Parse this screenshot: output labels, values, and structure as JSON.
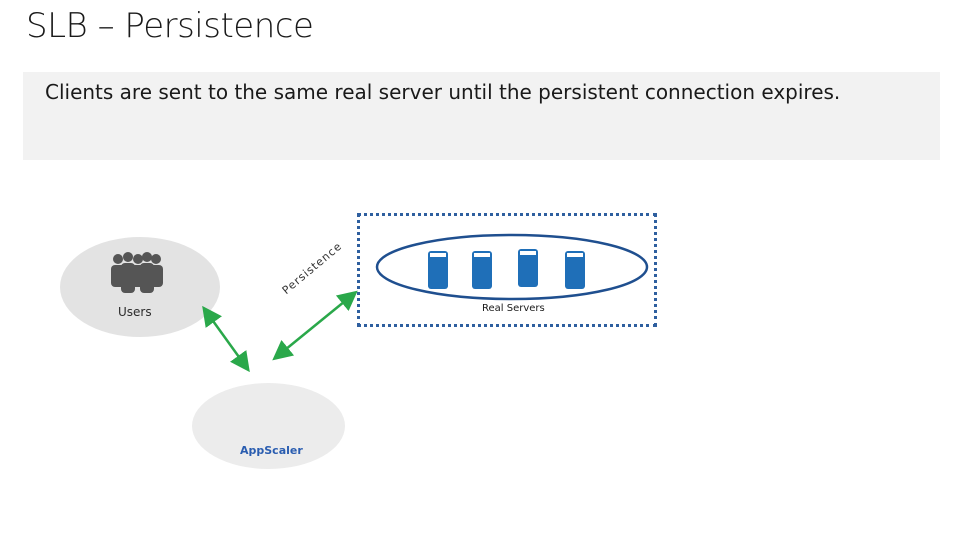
{
  "slide": {
    "title": "SLB – Persistence",
    "body": "Clients are sent to the same real server until the persistent connection expires."
  },
  "diagram": {
    "users_label": "Users",
    "real_servers_label": "Real Servers",
    "appscaler_label": "AppScaler",
    "persistence_label": "Persistence",
    "server_count": 4
  },
  "colors": {
    "accent": "#1f6fb8",
    "dotted_border": "#2e5f9f",
    "arrow": "#2aa84a",
    "callout_bg": "#f2f2f2"
  }
}
